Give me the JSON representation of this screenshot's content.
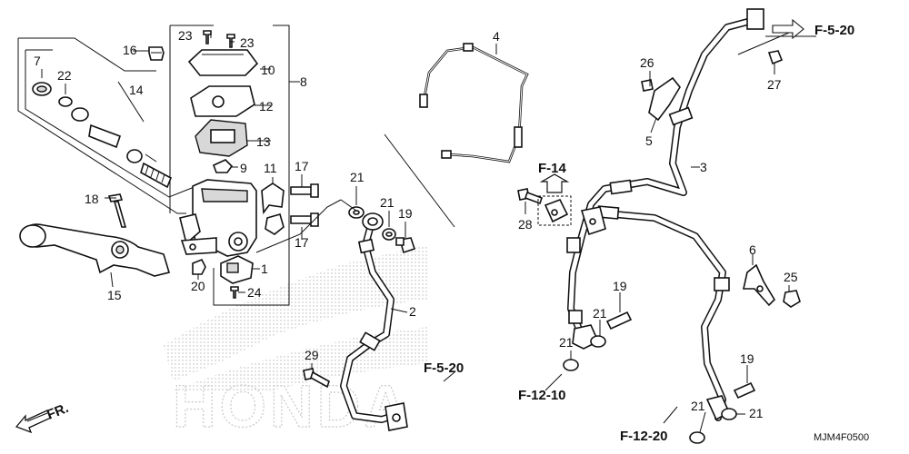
{
  "diagram": {
    "callouts": [
      "1",
      "2",
      "3",
      "4",
      "5",
      "6",
      "7",
      "8",
      "9",
      "10",
      "11",
      "12",
      "13",
      "14",
      "15",
      "16",
      "17",
      "17",
      "18",
      "19",
      "19",
      "19",
      "20",
      "21",
      "21",
      "21",
      "21",
      "21",
      "21",
      "22",
      "23",
      "23",
      "24",
      "25",
      "26",
      "27",
      "28",
      "29"
    ],
    "refs": [
      "F-5-20",
      "F-5-20",
      "F-14",
      "F-12-10",
      "F-12-20",
      "FR."
    ],
    "code": "MJM4F0500",
    "watermark": "HONDA"
  }
}
